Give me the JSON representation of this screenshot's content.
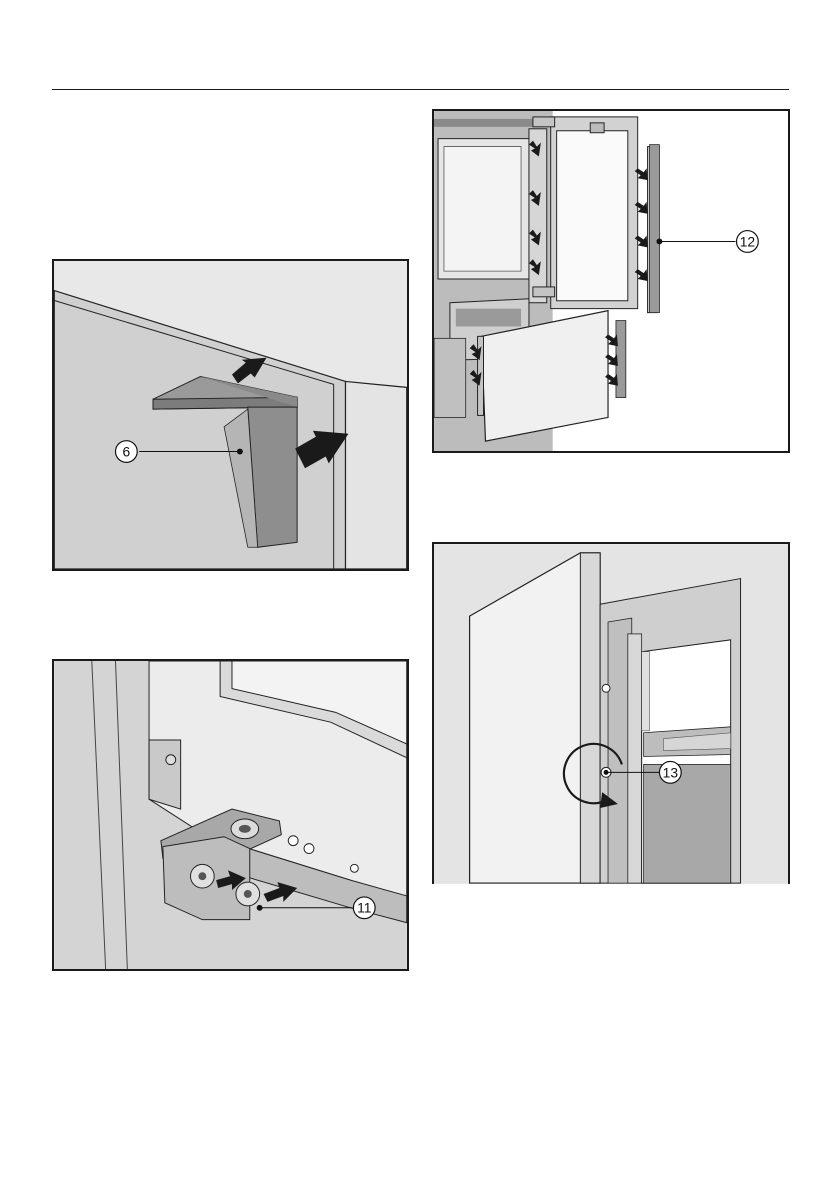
{
  "page": {
    "colors": {
      "rule": "#1a1a1a",
      "frame": "#1a1a1a",
      "panel": "#cfcfcf",
      "background": "#e8e8e8",
      "arrow": "#1a1a1a"
    }
  },
  "figures": [
    {
      "id": "fig-a",
      "subject": "angle-bracket",
      "callouts": [
        {
          "label": "6"
        }
      ]
    },
    {
      "id": "fig-b",
      "subject": "hinge-plate-screws",
      "callouts": [
        {
          "label": "11"
        }
      ]
    },
    {
      "id": "fig-c",
      "subject": "door-and-drawer-panels",
      "callouts": [
        {
          "label": "12"
        }
      ]
    },
    {
      "id": "fig-d",
      "subject": "door-screw-rotation",
      "callouts": [
        {
          "label": "13"
        }
      ]
    }
  ]
}
